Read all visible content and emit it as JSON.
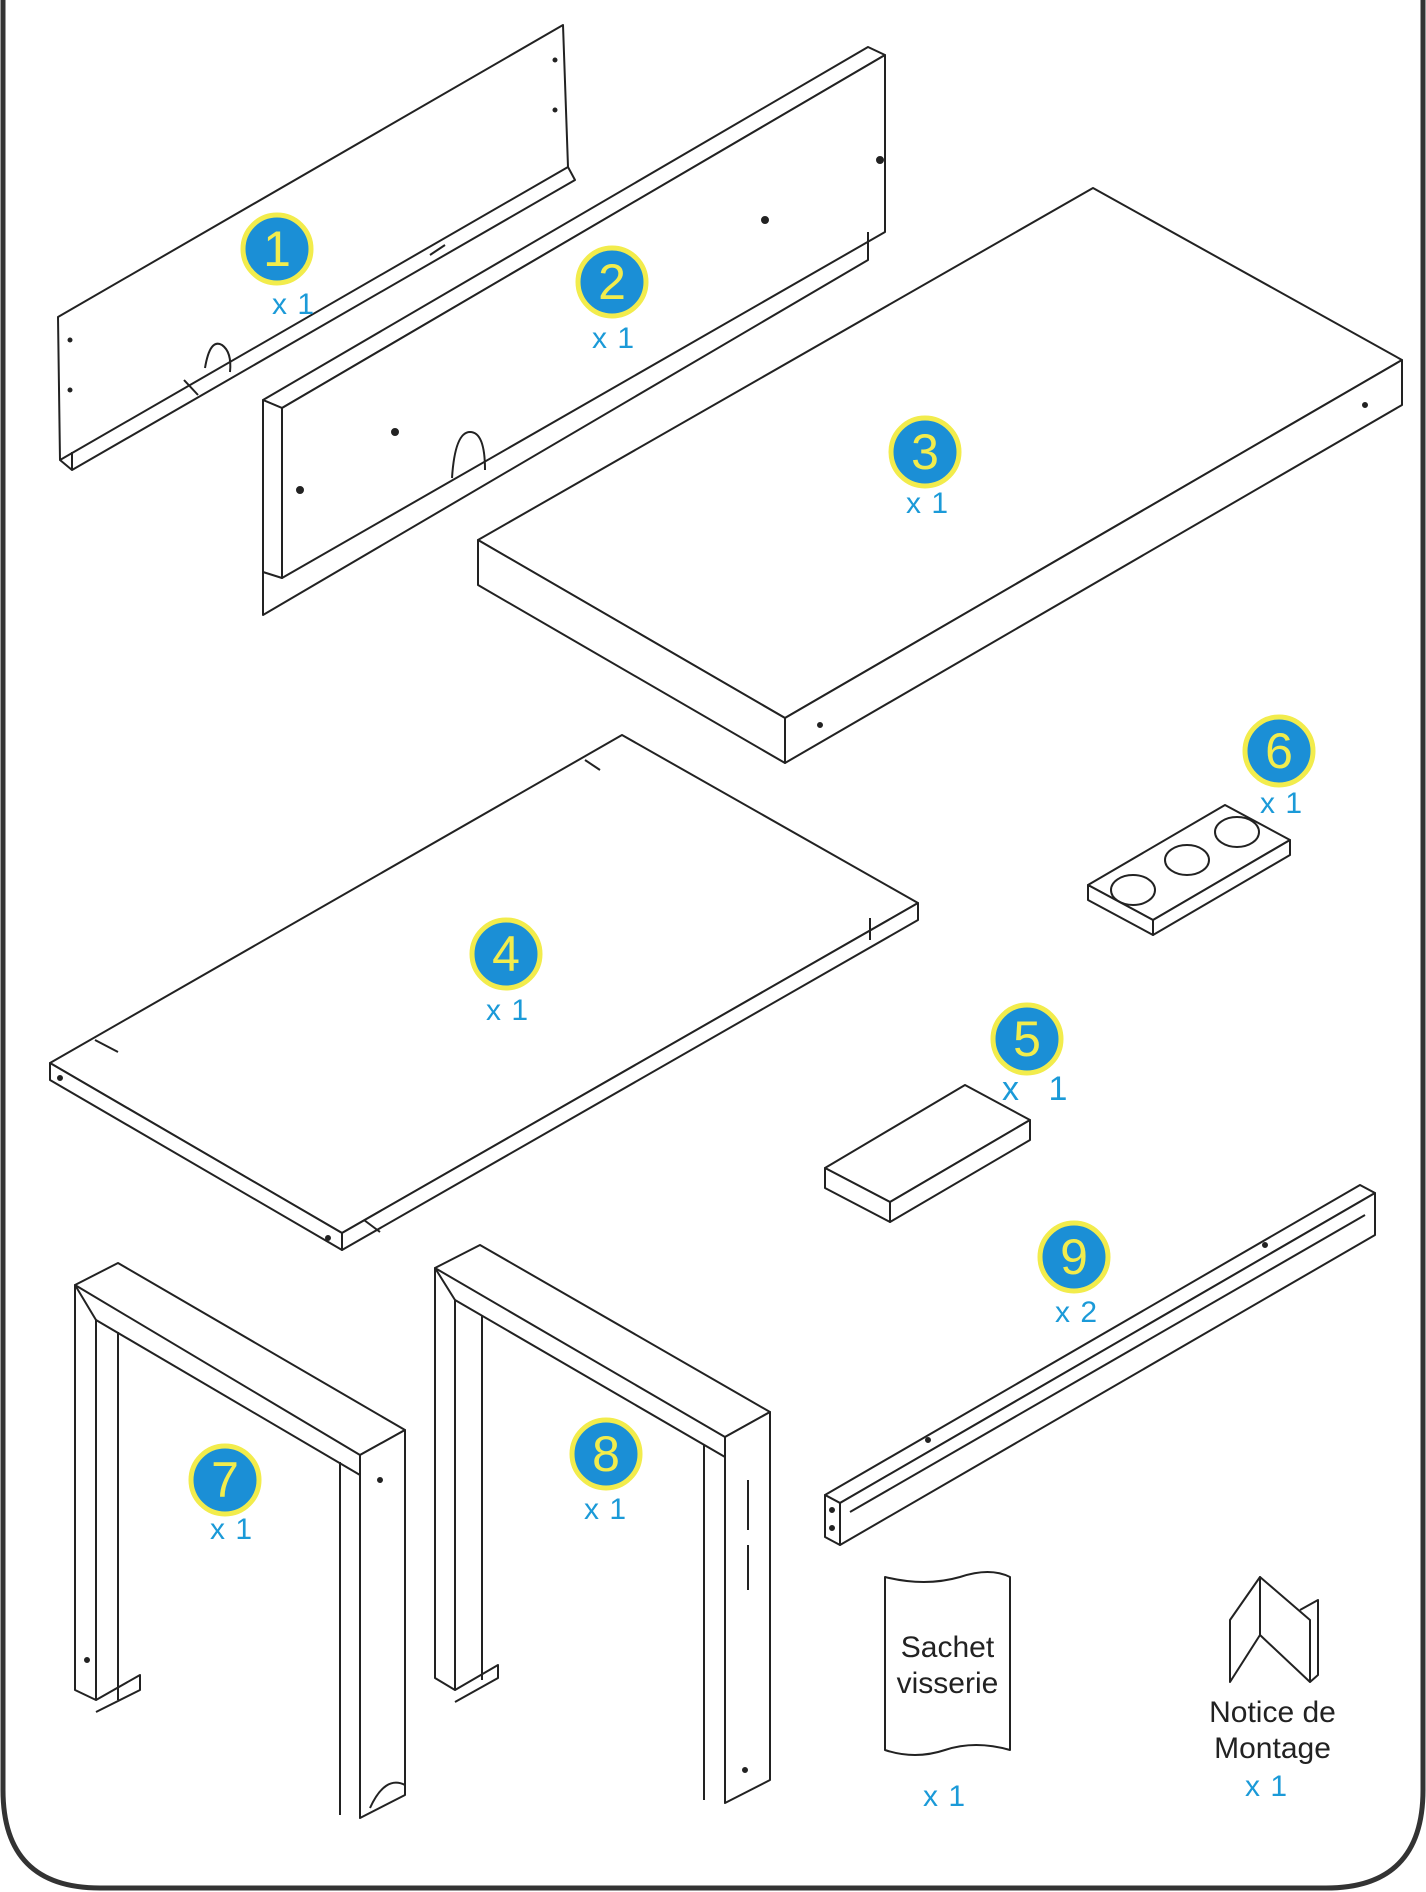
{
  "parts": [
    {
      "number": "1",
      "quantity": "x 1"
    },
    {
      "number": "2",
      "quantity": "x 1"
    },
    {
      "number": "3",
      "quantity": "x 1"
    },
    {
      "number": "4",
      "quantity": "x 1"
    },
    {
      "number": "5",
      "quantity": "x 1"
    },
    {
      "number": "6",
      "quantity": "x 1"
    },
    {
      "number": "7",
      "quantity": "x 1"
    },
    {
      "number": "8",
      "quantity": "x 1"
    },
    {
      "number": "9",
      "quantity": "x 2"
    }
  ],
  "hardware_bag": {
    "label": "Sachet\nvisserie",
    "quantity": "x 1"
  },
  "manual": {
    "label": "Notice de\nMontage",
    "quantity": "x 1"
  },
  "colors": {
    "badge_fill": "#1b8fd6",
    "badge_ring": "#f2ec4c",
    "number_text": "#f2ec4c",
    "quantity_text": "#1b9ad8",
    "line": "#222222"
  }
}
